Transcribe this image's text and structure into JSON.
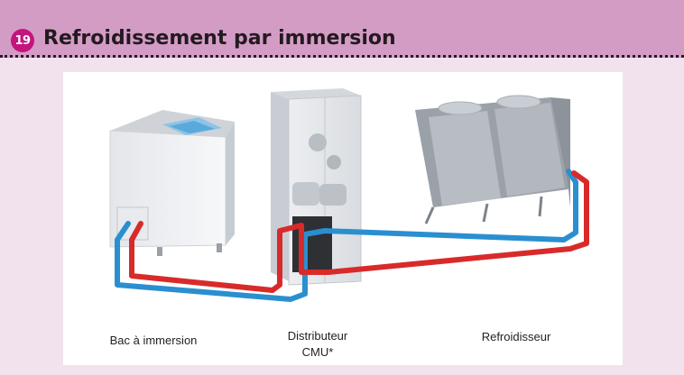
{
  "header": {
    "number": "19",
    "title": "Refroidissement par immersion"
  },
  "labels": {
    "bac": "Bac à immersion",
    "distributeur_line1": "Distributeur",
    "distributeur_line2": "CMU*",
    "refroidisseur": "Refroidisseur"
  },
  "colors": {
    "header_bg": "#d39cc4",
    "page_bg": "#f1e2ee",
    "badge": "#c4147f",
    "pipe_hot": "#d92a2a",
    "pipe_cold": "#2a8fd0"
  }
}
